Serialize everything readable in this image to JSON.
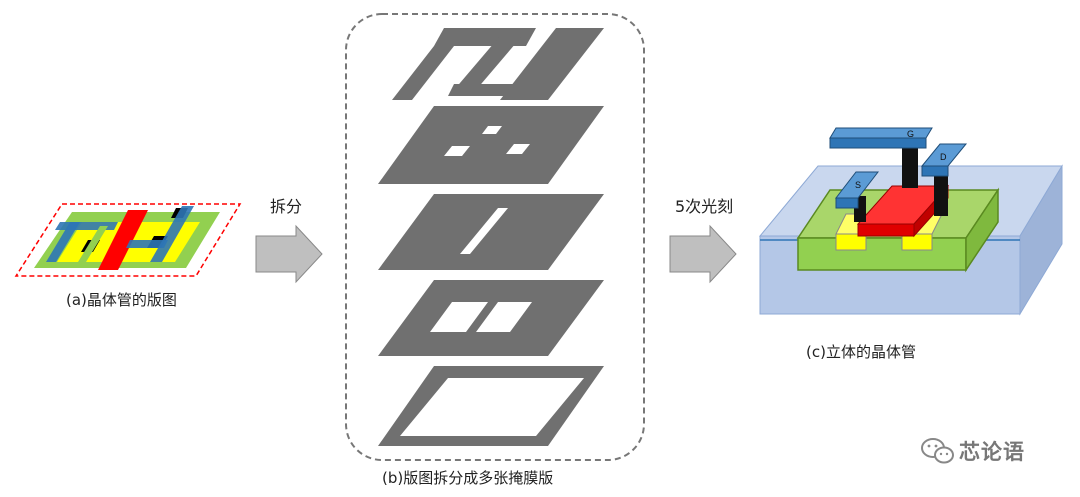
{
  "figure": {
    "label_a": "(a)晶体管的版图",
    "label_b": "(b)版图拆分成多张掩膜版",
    "label_c": "(c)立体的晶体管",
    "arrow1_text": "拆分",
    "arrow2_text": "5次光刻",
    "terminal_g": "G",
    "terminal_d": "D",
    "terminal_s": "S"
  },
  "watermark": {
    "text": "芯论语",
    "icon": "wechat-icon"
  },
  "colors": {
    "mask_gray": "#707070",
    "green": "#92D050",
    "yellow": "#FFFF00",
    "red": "#FF0000",
    "blue": "#2E75B6",
    "substrate": "#B4C7E7",
    "arrow_fill": "#BFBFBF"
  }
}
